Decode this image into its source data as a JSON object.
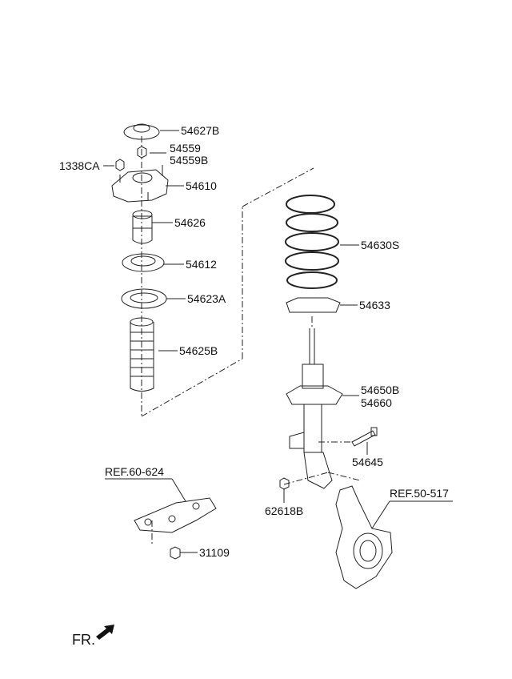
{
  "parts": {
    "p54627B": "54627B",
    "p54559": "54559",
    "p54559B": "54559B",
    "p1338CA": "1338CA",
    "p54610": "54610",
    "p54626": "54626",
    "p54612": "54612",
    "p54623A": "54623A",
    "p54625B": "54625B",
    "p54630S": "54630S",
    "p54633": "54633",
    "p54650B": "54650B",
    "p54660": "54660",
    "p54645": "54645",
    "p62618B": "62618B",
    "p31109": "31109"
  },
  "refs": {
    "ref_60_624": "REF.60-624",
    "ref_50_517": "REF.50-517"
  },
  "direction": {
    "label": "FR."
  }
}
